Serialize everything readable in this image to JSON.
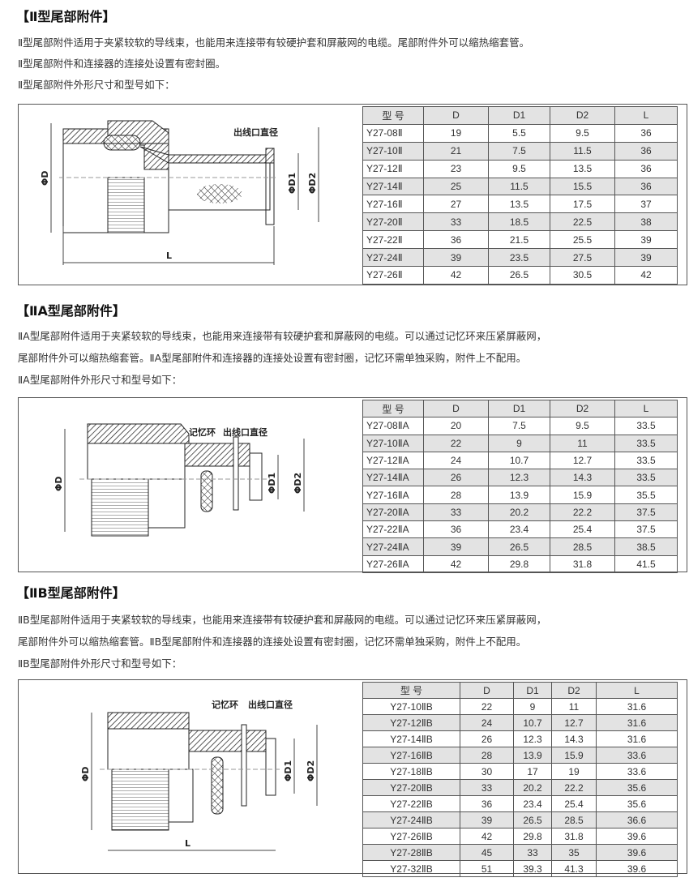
{
  "sections": [
    {
      "title": "【Ⅱ型尾部附件】",
      "paragraphs": [
        "Ⅱ型尾部附件适用于夹紧较软的导线束，也能用来连接带有较硬护套和屏蔽网的电缆。尾部附件外可以缩热缩套管。",
        "Ⅱ型尾部附件和连接器的连接处设置有密封圈。",
        "Ⅱ型尾部附件外形尺寸和型号如下："
      ],
      "diagram": {
        "outlet_label": "出线口直径",
        "d_label": "ΦD",
        "d1_label": "ΦD1",
        "d2_label": "ΦD2",
        "l_label": "L"
      },
      "table": {
        "headers": [
          "型 号",
          "D",
          "D1",
          "D2",
          "L"
        ],
        "rows": [
          [
            "Y27-08Ⅱ",
            "19",
            "5.5",
            "9.5",
            "36"
          ],
          [
            "Y27-10Ⅱ",
            "21",
            "7.5",
            "11.5",
            "36"
          ],
          [
            "Y27-12Ⅱ",
            "23",
            "9.5",
            "13.5",
            "36"
          ],
          [
            "Y27-14Ⅱ",
            "25",
            "11.5",
            "15.5",
            "36"
          ],
          [
            "Y27-16Ⅱ",
            "27",
            "13.5",
            "17.5",
            "37"
          ],
          [
            "Y27-20Ⅱ",
            "33",
            "18.5",
            "22.5",
            "38"
          ],
          [
            "Y27-22Ⅱ",
            "36",
            "21.5",
            "25.5",
            "39"
          ],
          [
            "Y27-24Ⅱ",
            "39",
            "23.5",
            "27.5",
            "39"
          ],
          [
            "Y27-26Ⅱ",
            "42",
            "26.5",
            "30.5",
            "42"
          ]
        ]
      }
    },
    {
      "title": "【ⅡA型尾部附件】",
      "paragraphs": [
        "ⅡA型尾部附件适用于夹紧较软的导线束，也能用来连接带有较硬护套和屏蔽网的电缆。可以通过记忆环来压紧屏蔽网，",
        "尾部附件外可以缩热缩套管。ⅡA型尾部附件和连接器的连接处设置有密封圈，记忆环需单独采购，附件上不配用。",
        "ⅡA型尾部附件外形尺寸和型号如下："
      ],
      "diagram": {
        "ring_label": "记忆环",
        "outlet_label": "出线口直径",
        "d_label": "ΦD",
        "d1_label": "ΦD1",
        "d2_label": "ΦD2"
      },
      "table": {
        "headers": [
          "型 号",
          "D",
          "D1",
          "D2",
          "L"
        ],
        "rows": [
          [
            "Y27-08ⅡA",
            "20",
            "7.5",
            "9.5",
            "33.5"
          ],
          [
            "Y27-10ⅡA",
            "22",
            "9",
            "11",
            "33.5"
          ],
          [
            "Y27-12ⅡA",
            "24",
            "10.7",
            "12.7",
            "33.5"
          ],
          [
            "Y27-14ⅡA",
            "26",
            "12.3",
            "14.3",
            "33.5"
          ],
          [
            "Y27-16ⅡA",
            "28",
            "13.9",
            "15.9",
            "35.5"
          ],
          [
            "Y27-20ⅡA",
            "33",
            "20.2",
            "22.2",
            "37.5"
          ],
          [
            "Y27-22ⅡA",
            "36",
            "23.4",
            "25.4",
            "37.5"
          ],
          [
            "Y27-24ⅡA",
            "39",
            "26.5",
            "28.5",
            "38.5"
          ],
          [
            "Y27-26ⅡA",
            "42",
            "29.8",
            "31.8",
            "41.5"
          ]
        ]
      }
    },
    {
      "title": "【ⅡB型尾部附件】",
      "paragraphs": [
        "ⅡB型尾部附件适用于夹紧较软的导线束，也能用来连接带有较硬护套和屏蔽网的电缆。可以通过记忆环来压紧屏蔽网，",
        "尾部附件外可以缩热缩套管。ⅡB型尾部附件和连接器的连接处设置有密封圈，记忆环需单独采购，附件上不配用。",
        "ⅡB型尾部附件外形尺寸和型号如下："
      ],
      "diagram": {
        "ring_label": "记忆环",
        "outlet_label": "出线口直径",
        "d_label": "ΦD",
        "d1_label": "ΦD1",
        "d2_label": "ΦD2",
        "l_label": "L"
      },
      "table": {
        "headers": [
          "型 号",
          "D",
          "D1",
          "D2",
          "L"
        ],
        "rows": [
          [
            "Y27-10ⅡB",
            "22",
            "9",
            "11",
            "31.6"
          ],
          [
            "Y27-12ⅡB",
            "24",
            "10.7",
            "12.7",
            "31.6"
          ],
          [
            "Y27-14ⅡB",
            "26",
            "12.3",
            "14.3",
            "31.6"
          ],
          [
            "Y27-16ⅡB",
            "28",
            "13.9",
            "15.9",
            "33.6"
          ],
          [
            "Y27-18ⅡB",
            "30",
            "17",
            "19",
            "33.6"
          ],
          [
            "Y27-20ⅡB",
            "33",
            "20.2",
            "22.2",
            "35.6"
          ],
          [
            "Y27-22ⅡB",
            "36",
            "23.4",
            "25.4",
            "35.6"
          ],
          [
            "Y27-24ⅡB",
            "39",
            "26.5",
            "28.5",
            "36.6"
          ],
          [
            "Y27-26ⅡB",
            "42",
            "29.8",
            "31.8",
            "39.6"
          ],
          [
            "Y27-28ⅡB",
            "45",
            "33",
            "35",
            "39.6"
          ],
          [
            "Y27-32ⅡB",
            "51",
            "39.3",
            "41.3",
            "39.6"
          ]
        ]
      }
    }
  ]
}
